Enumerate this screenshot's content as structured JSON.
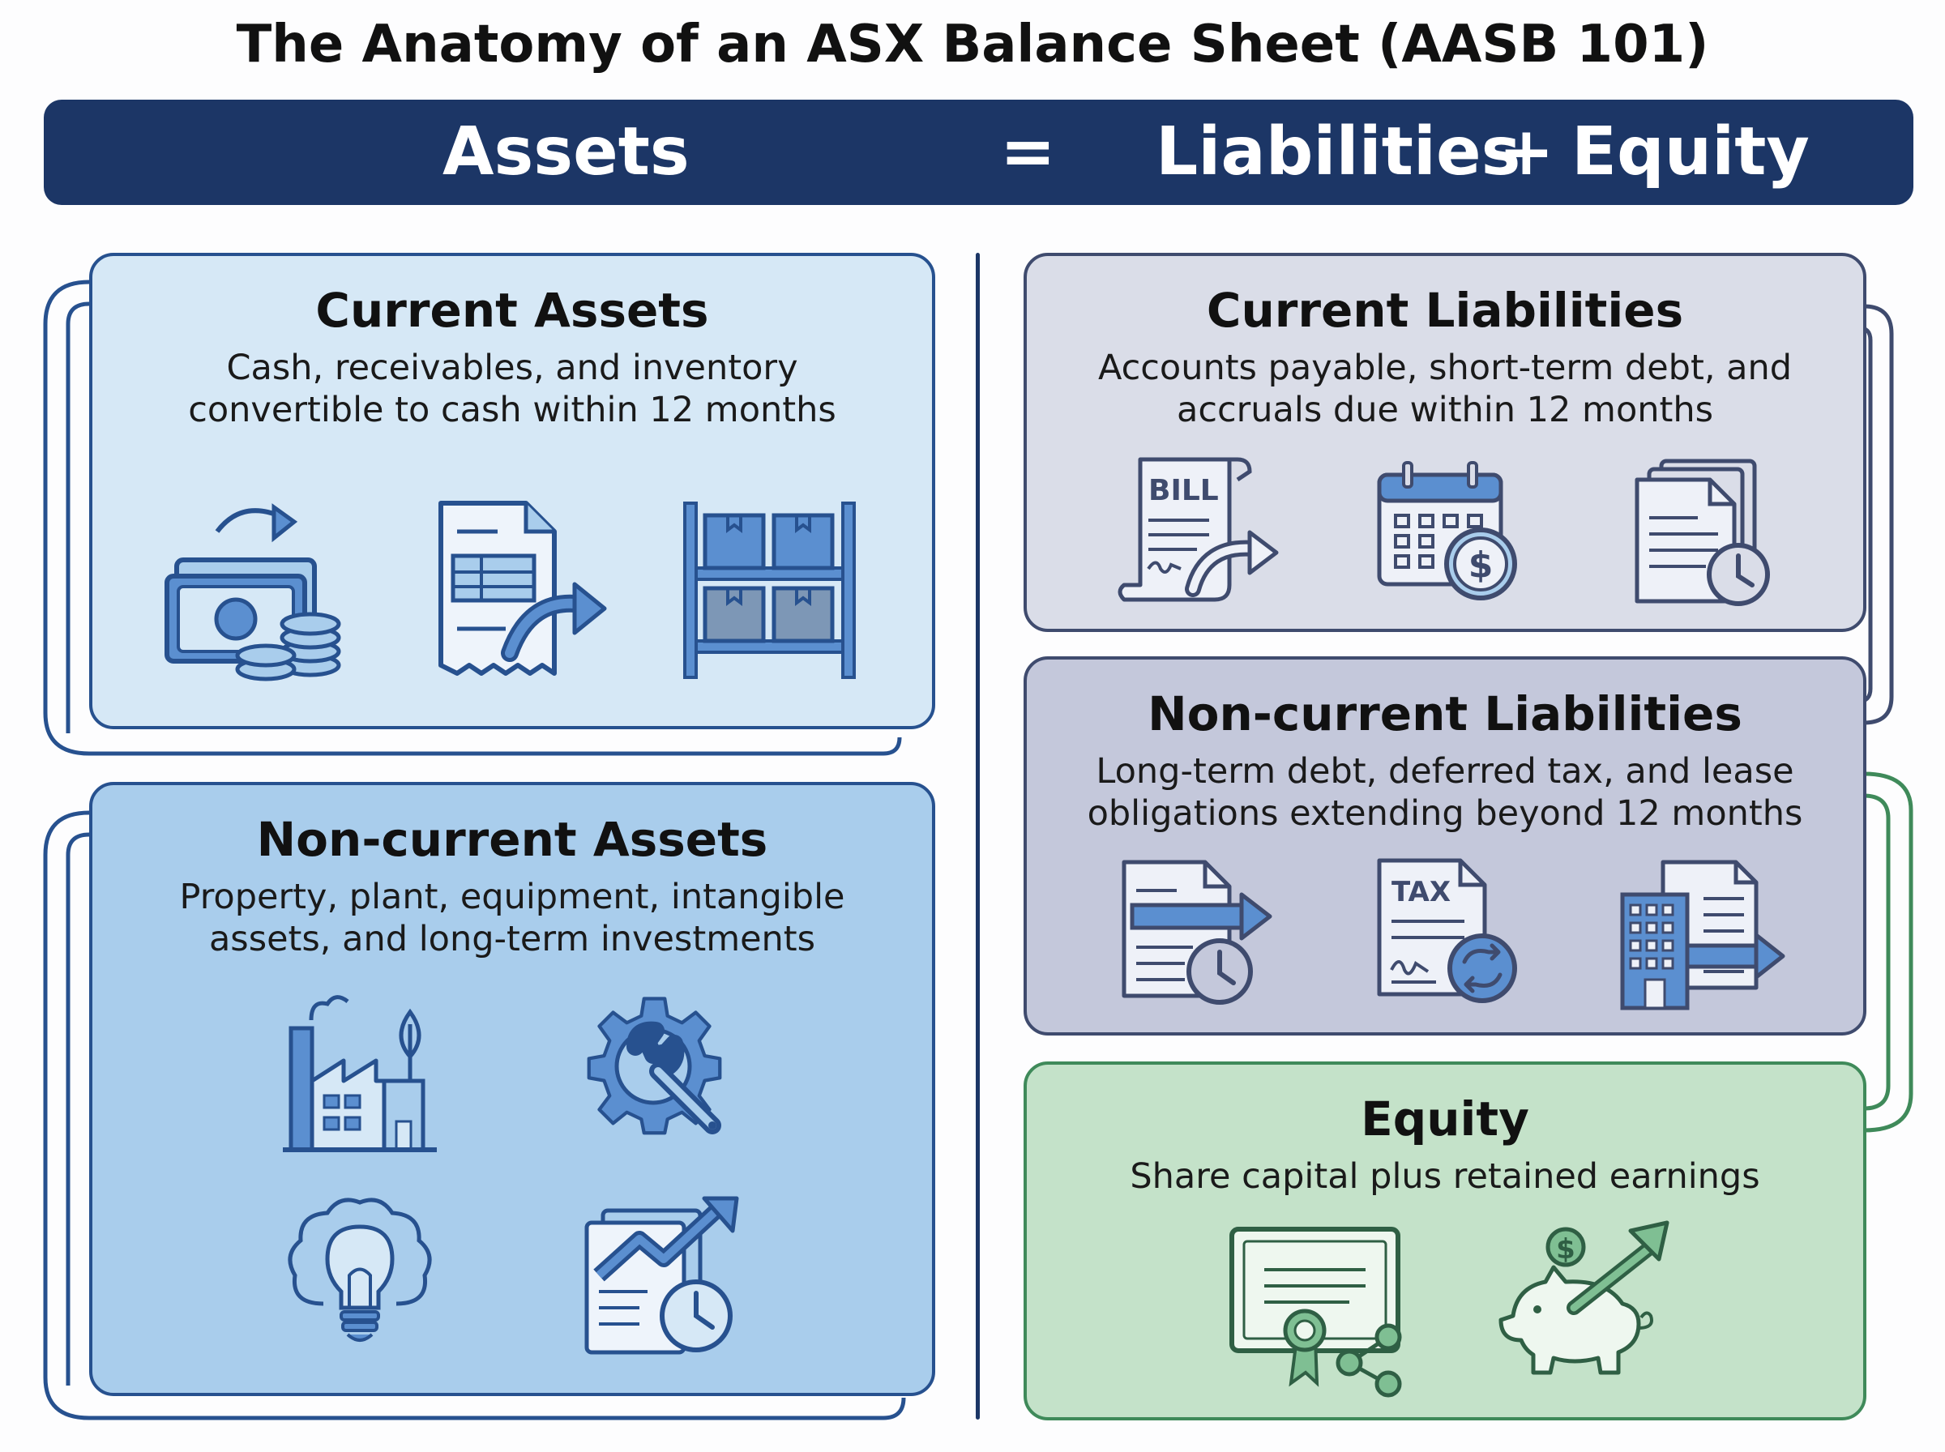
{
  "title": "The Anatomy of an ASX Balance Sheet (AASB 101)",
  "equation": {
    "assets": "Assets",
    "equals": "=",
    "liabilities": "Liabilities",
    "plus": "+",
    "equity": "Equity"
  },
  "sections": {
    "current_assets": {
      "title": "Current Assets",
      "desc_line1": "Cash, receivables, and inventory",
      "desc_line2": "convertible to cash within 12 months",
      "icons": [
        "cash-icon",
        "receivable-invoice-icon",
        "inventory-shelf-icon"
      ]
    },
    "non_current_assets": {
      "title": "Non-current Assets",
      "desc_line1": "Property, plant, equipment, intangible",
      "desc_line2": "assets, and long-term investments",
      "icons": [
        "factory-icon",
        "gear-wrench-icon",
        "lightbulb-brain-icon",
        "investment-chart-icon"
      ]
    },
    "current_liabilities": {
      "title": "Current Liabilities",
      "desc_line1": "Accounts payable, short-term debt, and",
      "desc_line2": "accruals due within 12 months",
      "icons": [
        "bill-icon",
        "calendar-payment-icon",
        "document-clock-icon"
      ],
      "bill_label": "BILL"
    },
    "non_current_liabilities": {
      "title": "Non-current Liabilities",
      "desc_line1": "Long-term debt, deferred tax, and lease",
      "desc_line2": "obligations extending beyond 12 months",
      "icons": [
        "long-term-debt-icon",
        "deferred-tax-icon",
        "lease-building-icon"
      ],
      "tax_label": "TAX"
    },
    "equity": {
      "title": "Equity",
      "desc_line1": "Share capital plus retained earnings",
      "icons": [
        "share-certificate-icon",
        "piggy-bank-growth-icon"
      ]
    }
  },
  "colors": {
    "navy": "#1c3666",
    "asset_light": "#d6e8f6",
    "asset_mid": "#a9cdec",
    "liability_light": "#dadde8",
    "liability_mid": "#c4c8db",
    "equity_green": "#c4e2c9",
    "icon_blue": "#5b8fd0",
    "equity_stroke": "#3f8a5a"
  }
}
